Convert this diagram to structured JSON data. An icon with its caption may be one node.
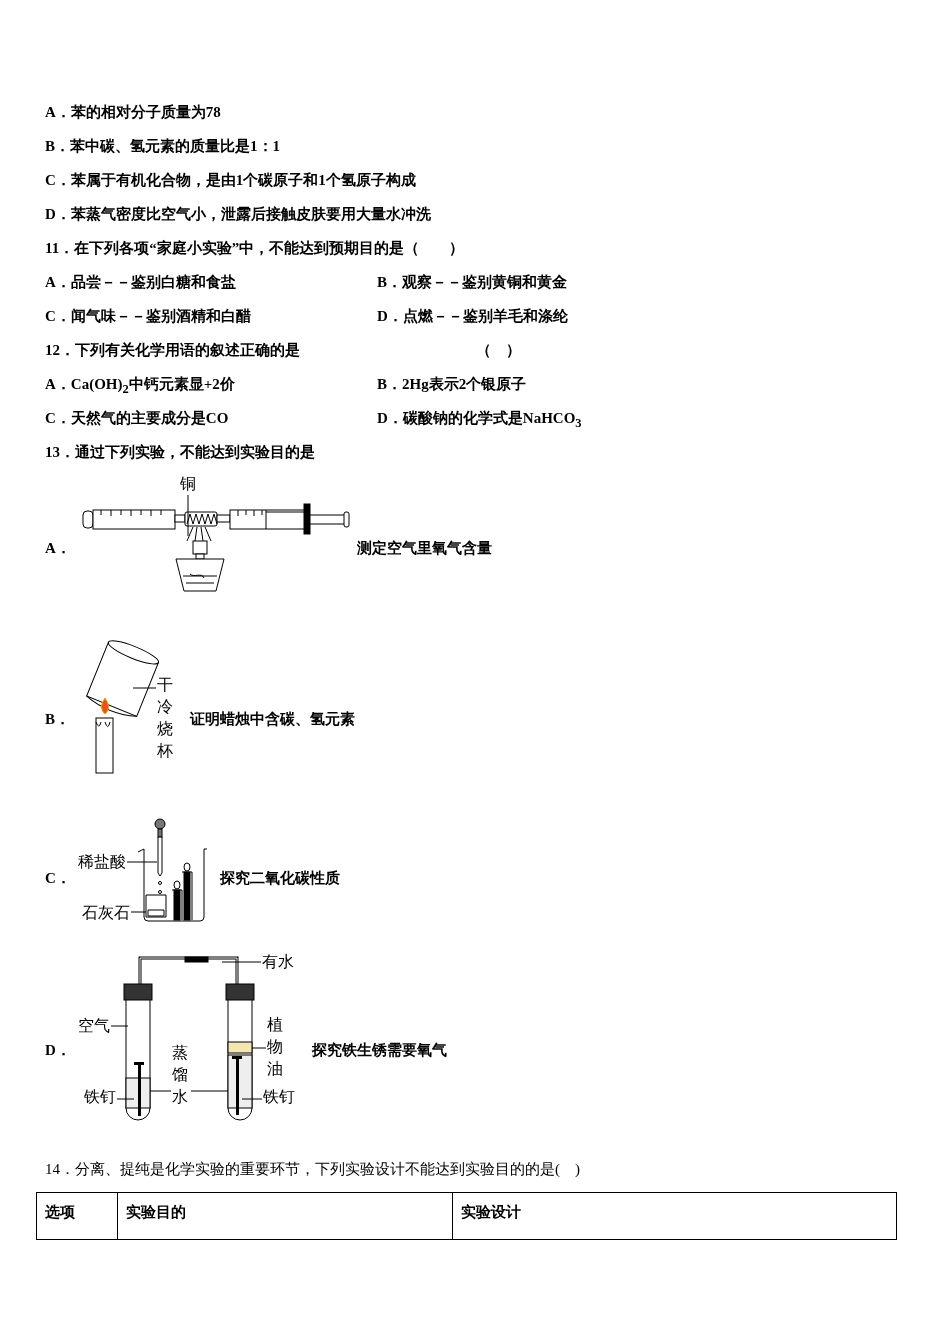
{
  "diagram": {
    "nodes": [
      {
        "text": [
          "铜"
        ]
      },
      {
        "text": [
          "干冷烧杯"
        ]
      },
      {
        "text": [
          "稀盐酸"
        ]
      },
      {
        "text": [
          "石灰石"
        ]
      },
      {
        "text": [
          "有水"
        ]
      },
      {
        "text": [
          "空气"
        ]
      },
      {
        "text": [
          "蒸馏水"
        ]
      },
      {
        "text": [
          "植物油"
        ]
      },
      {
        "text": [
          "铁钉"
        ]
      },
      {
        "text": [
          "铁钉"
        ]
      },
      {
        "text": [],
        "shape": "box"
      },
      {
        "text": [],
        "shape": "box"
      },
      {
        "text": [],
        "shape": "box"
      },
      {
        "text": [],
        "shape": "box"
      },
      {
        "text": [],
        "shape": "picture"
      },
      {
        "text": [],
        "shape": "picture"
      }
    ],
    "edges": [
      {
        "from": 0,
        "to": null,
        "arrow": "none"
      },
      {
        "from": 1,
        "to": null,
        "arrow": "none"
      },
      {
        "from": 2,
        "to": null,
        "arrow": "none"
      },
      {
        "from": 3,
        "to": 10,
        "arrow": "none"
      },
      {
        "from": 4,
        "to": null,
        "arrow": "none"
      },
      {
        "from": 5,
        "to": null,
        "arrow": "none"
      },
      {
        "from": 6,
        "to": 11,
        "arrow": "none"
      },
      {
        "from": 6,
        "to": 13,
        "arrow": "none"
      },
      {
        "from": 7,
        "to": 12,
        "arrow": "none"
      },
      {
        "from": 8,
        "to": 14,
        "arrow": "none"
      },
      {
        "from": 9,
        "to": 15,
        "arrow": "none"
      }
    ],
    "labels": [
      "A．苯的相对分子质量为78",
      "B．苯中碳、氢元素的质量比是1：1",
      "C．苯属于有机化合物，是由1个碳原子和1个氢原子构成",
      "D．苯蒸气密度比空气小，泄露后接触皮肤要用大量水冲洗",
      "11．在下列各项“家庭小实验”中，不能达到预期目的是（　　）",
      "A．品尝－－鉴别白糖和食盐",
      "B．观察－－鉴别黄铜和黄金",
      "C．闻气味－－鉴别酒精和白醋",
      "D．点燃－－鉴别羊毛和涤纶",
      "12．下列有关化学用语的叙述正确的是",
      "（　）",
      "A．Ca(OH)$_{2}$中钙元素显+2价",
      "B．2Hg表示2个银原子",
      "C．天然气的主要成分是CO",
      "D．碳酸钠的化学式是NaHCO$_{3}$",
      "13．通过下列实验，不能达到实验目的是",
      "A．",
      "测定空气里氧气含量",
      "B．",
      "证明蜡烛中含碳、氢元素",
      "C．",
      "探究二氧化碳性质",
      "D．",
      "探究铁生锈需要氧气",
      "14．分离、提纯是化学实验的重要环节，下列实验设计不能达到实验目的的是(　)",
      "选项",
      "实验目的",
      "实验设计"
    ]
  }
}
